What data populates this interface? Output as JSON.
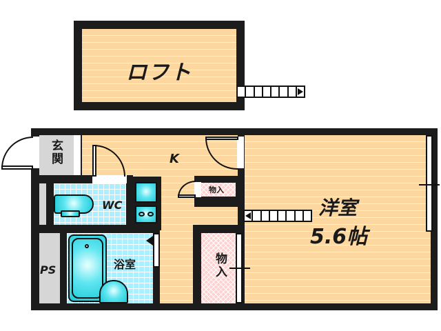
{
  "floorplan": {
    "loft": {
      "label": "ロフト"
    },
    "entrance": {
      "label": "玄関"
    },
    "kitchen": {
      "label": "K"
    },
    "toilet": {
      "label": "WC"
    },
    "bathroom": {
      "label": "浴室"
    },
    "pipe_space": {
      "label": "PS"
    },
    "storage_small": {
      "label": "物入"
    },
    "storage_large": {
      "label": "物入"
    },
    "western_room": {
      "label": "洋室",
      "size": "5.6帖"
    },
    "ladder_icon_loft": "ladder-right-arrow",
    "ladder_icon_room": "ladder-left-arrow",
    "colors": {
      "wall": "#1c1c1c",
      "wood_floor": "#fcd7a0",
      "tile_floor": "#a8f0ff",
      "closet_floor": "#ffd2d2",
      "entrance_floor": "#d6d6d6",
      "fixture": "#1fc9d8"
    }
  }
}
